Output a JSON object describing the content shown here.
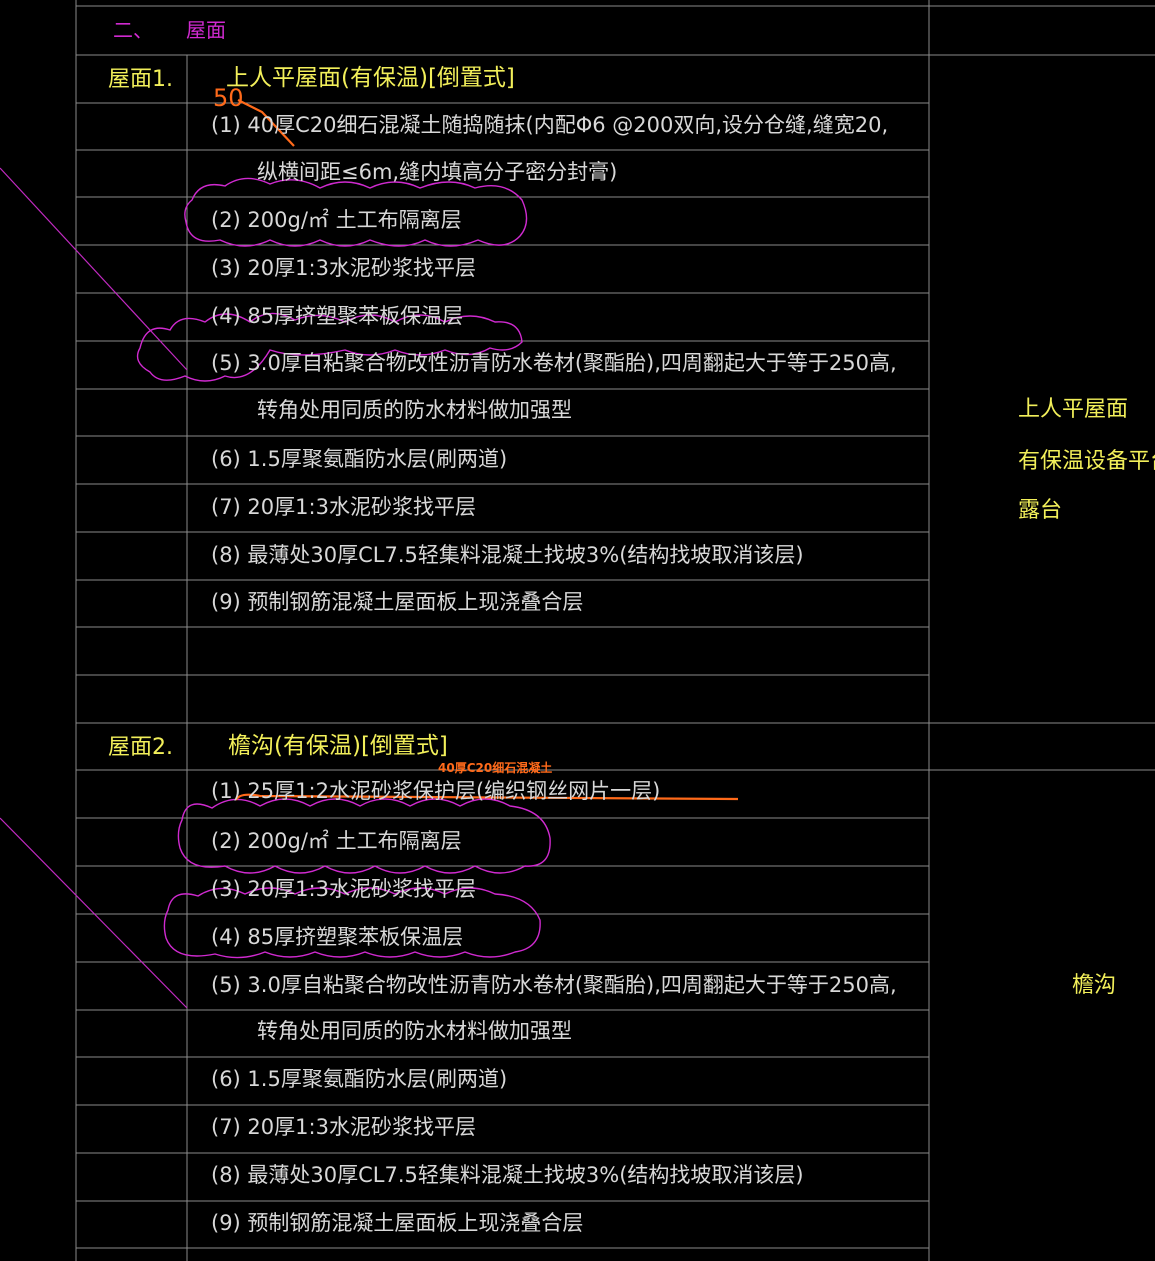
{
  "section": {
    "number": "二、",
    "title": "屋面"
  },
  "roof1": {
    "label": "屋面1.",
    "title": "上人平屋面(有保温)[倒置式]",
    "annotation": "50",
    "items": [
      "(1) 40厚C20细石混凝土随捣随抹(内配Φ6 @200双向,设分仓缝,缝宽20,",
      "纵横间距≤6m,缝内填高分子密分封膏)",
      "(2) 200g/㎡  土工布隔离层",
      "(3) 20厚1:3水泥砂浆找平层",
      "(4) 85厚挤塑聚苯板保温层",
      "(5)  3.0厚自粘聚合物改性沥青防水卷材(聚酯胎),四周翻起大于等于250高,",
      "转角处用同质的防水材料做加强型",
      "(6) 1.5厚聚氨酯防水层(刷两道)",
      "(7) 20厚1:3水泥砂浆找平层",
      "(8) 最薄处30厚CL7.5轻集料混凝土找坡3%(结构找坡取消该层)",
      "(9) 预制钢筋混凝土屋面板上现浇叠合层"
    ],
    "usage": [
      "上人平屋面",
      "有保温设备平台",
      "露台"
    ]
  },
  "roof2": {
    "label": "屋面2.",
    "title": "檐沟(有保温)[倒置式]",
    "annotation": "40厚C20细石混凝土",
    "items": [
      "(1) 25厚1:2水泥砂浆保护层(编织钢丝网片一层)",
      "(2) 200g/㎡  土工布隔离层",
      "(3) 20厚1:3水泥砂浆找平层",
      "(4) 85厚挤塑聚苯板保温层",
      "(5)  3.0厚自粘聚合物改性沥青防水卷材(聚酯胎),四周翻起大于等于250高,",
      "转角处用同质的防水材料做加强型",
      "(6) 1.5厚聚氨酯防水层(刷两道)",
      "(7) 20厚1:3水泥砂浆找平层",
      "(8) 最薄处30厚CL7.5轻集料混凝土找坡3%(结构找坡取消该层)",
      "(9) 预制钢筋混凝土屋面板上现浇叠合层"
    ],
    "usage": [
      "檐沟"
    ]
  },
  "colors": {
    "grid": "#8a8a8a",
    "heading": "#d02ad0",
    "label": "#f2ef5a",
    "text": "#d8d8d8",
    "markup": "#ff6a1a",
    "cloud": "#d02ad0"
  }
}
